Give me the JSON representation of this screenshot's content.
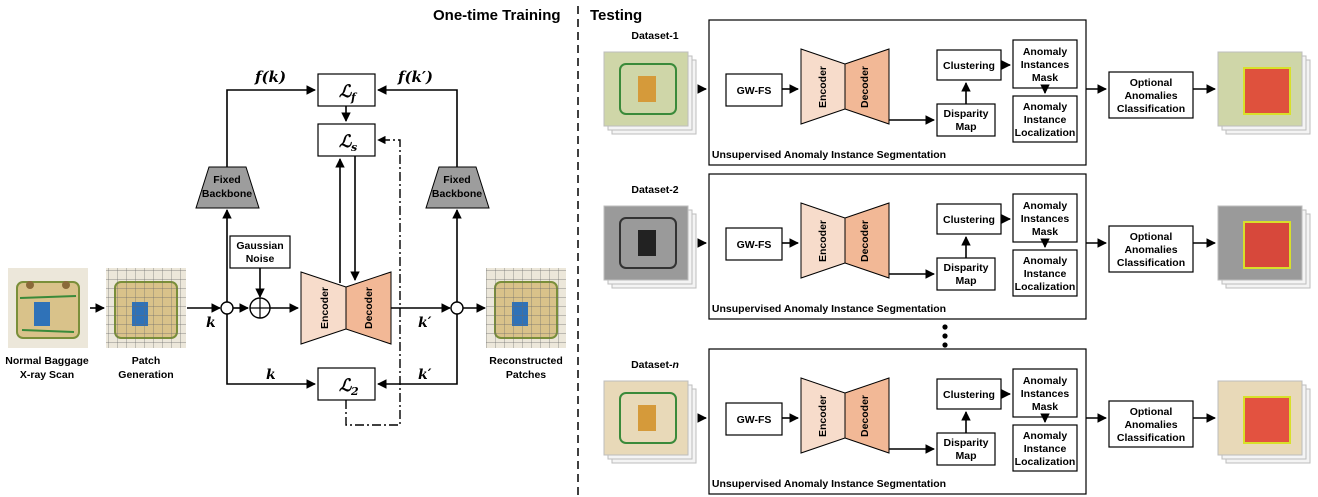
{
  "training": {
    "title": "One-time Training",
    "input_label_1": "Normal Baggage",
    "input_label_2": "X-ray Scan",
    "patch_label_1": "Patch",
    "patch_label_2": "Generation",
    "recon_label_1": "Reconstructed",
    "recon_label_2": "Patches",
    "noise_label_1": "Gaussian",
    "noise_label_2": "Noise",
    "backbone_label_1": "Fixed",
    "backbone_label_2": "Backbone",
    "encoder": "Encoder",
    "decoder": "Decoder",
    "loss_f": "ℒ",
    "loss_f_sub": "f",
    "loss_s": "ℒ",
    "loss_s_sub": "s",
    "loss_2": "ℒ",
    "loss_2_sub": "2",
    "f_k": "f(k)",
    "f_kp": "f(k′)",
    "k": "k",
    "kp": "k′"
  },
  "testing": {
    "title": "Testing",
    "gwfs": "GW-FS",
    "encoder": "Encoder",
    "decoder": "Decoder",
    "clustering": "Clustering",
    "disparity_1": "Disparity",
    "disparity_2": "Map",
    "mask_1": "Anomaly",
    "mask_2": "Instances",
    "mask_3": "Mask",
    "loc_1": "Anomaly",
    "loc_2": "Instance",
    "loc_3": "Localization",
    "cls_1": "Optional",
    "cls_2": "Anomalies",
    "cls_3": "Classification",
    "segmentation_label": "Unsupervised Anomaly Instance Segmentation",
    "datasets": [
      {
        "name": "Dataset-1"
      },
      {
        "name": "Dataset-2"
      },
      {
        "name": "Dataset-",
        "name_italic": "n"
      }
    ]
  },
  "colors": {
    "encoder_fill": "#f7dccb",
    "decoder_fill": "#f2b896",
    "backbone_fill": "#9d9d9d"
  }
}
